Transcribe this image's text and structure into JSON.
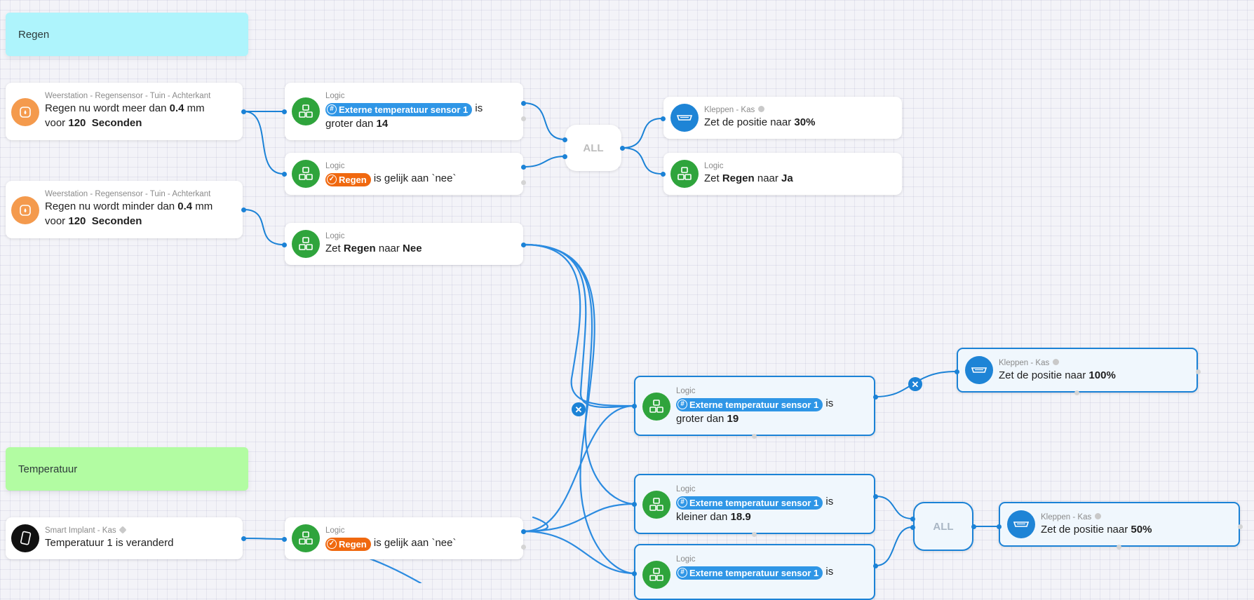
{
  "groups": {
    "regen": {
      "label": "Regen",
      "color": "#aef4fc"
    },
    "temperatuur": {
      "label": "Temperatuur",
      "color": "#b2fca2"
    }
  },
  "labels": {
    "logic": "Logic",
    "all": "ALL",
    "is": "is",
    "weerstation": "Weerstation - Regensensor - Tuin - Achterkant",
    "kleppen": "Kleppen - Kas",
    "smart_implant": "Smart Implant - Kas",
    "sensor_tag": "Externe temperatuur sensor 1",
    "regen_tag": "Regen"
  },
  "nodes": {
    "rain_more": {
      "pre": "Regen nu wordt meer dan ",
      "amount": "0.4",
      "unit": " mm",
      "line2_pre": "voor ",
      "seconds": "120",
      "seconds_label": "Seconden"
    },
    "rain_less": {
      "pre": "Regen nu wordt minder dan ",
      "amount": "0.4",
      "unit": " mm",
      "line2_pre": "voor ",
      "seconds": "120",
      "seconds_label": "Seconden"
    },
    "logic_gt14": {
      "tail": "groter dan ",
      "value": "14"
    },
    "logic_regen_nee": {
      "tail": " is gelijk aan `nee`"
    },
    "logic_set_nee": {
      "pre": "Zet ",
      "var": "Regen",
      "mid": " naar ",
      "value": "Nee"
    },
    "klep_30": {
      "pre": "Zet de positie naar ",
      "value": "30%"
    },
    "logic_set_ja": {
      "pre": "Zet ",
      "var": "Regen",
      "mid": " naar ",
      "value": "Ja"
    },
    "temp_changed": {
      "text": "Temperatuur 1 is veranderd"
    },
    "logic_regen_nee2": {
      "tail": " is gelijk aan `nee`"
    },
    "logic_gt19": {
      "tail": "groter dan ",
      "value": "19"
    },
    "klep_100": {
      "pre": "Zet de positie naar ",
      "value": "100%"
    },
    "logic_lt189": {
      "tail": "kleiner dan ",
      "value": "18.9"
    },
    "klep_50": {
      "pre": "Zet de positie naar ",
      "value": "50%"
    },
    "logic_bottom": {}
  },
  "icons": {
    "logic": "logic-icon",
    "rain_sensor": "raindrop-icon",
    "valve": "window-valve-icon",
    "implant": "smart-implant-icon",
    "remove": "close-icon"
  },
  "colors": {
    "accent": "#1b82d6",
    "logic": "#2fa43c",
    "rain": "#f49a4d",
    "regen_tag": "#f0680f",
    "sensor_tag": "#2f96e6"
  }
}
